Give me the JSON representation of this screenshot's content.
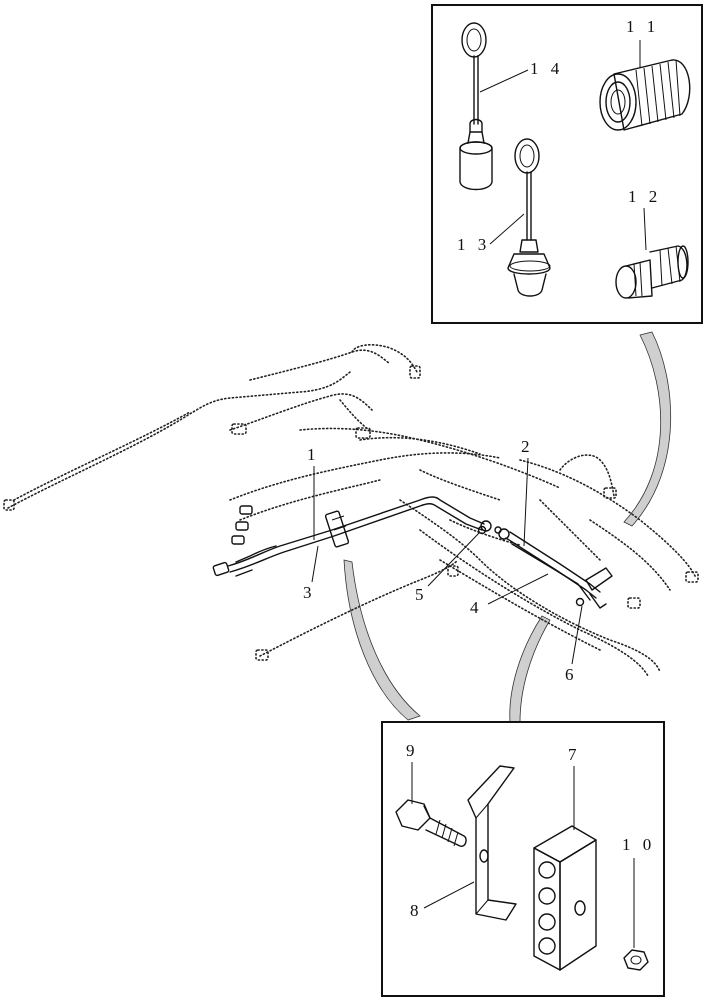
{
  "callouts": {
    "c1": "1",
    "c2": "2",
    "c3": "3",
    "c4": "4",
    "c5": "5",
    "c6": "6",
    "c7": "7",
    "c8": "8",
    "c9": "9",
    "c10": "1 0",
    "c11": "1 1",
    "c12": "1 2",
    "c13": "1 3",
    "c14": "1 4"
  },
  "icons": {
    "dust-cap": "dust-cap-icon",
    "dust-plug": "dust-plug-icon",
    "coupler-female": "coupler-female-icon",
    "coupler-male": "coupler-male-icon",
    "clamp-block": "clamp-block-icon",
    "clamp-plate": "clamp-plate-icon",
    "bolt": "bolt-icon",
    "nut": "nut-icon"
  }
}
